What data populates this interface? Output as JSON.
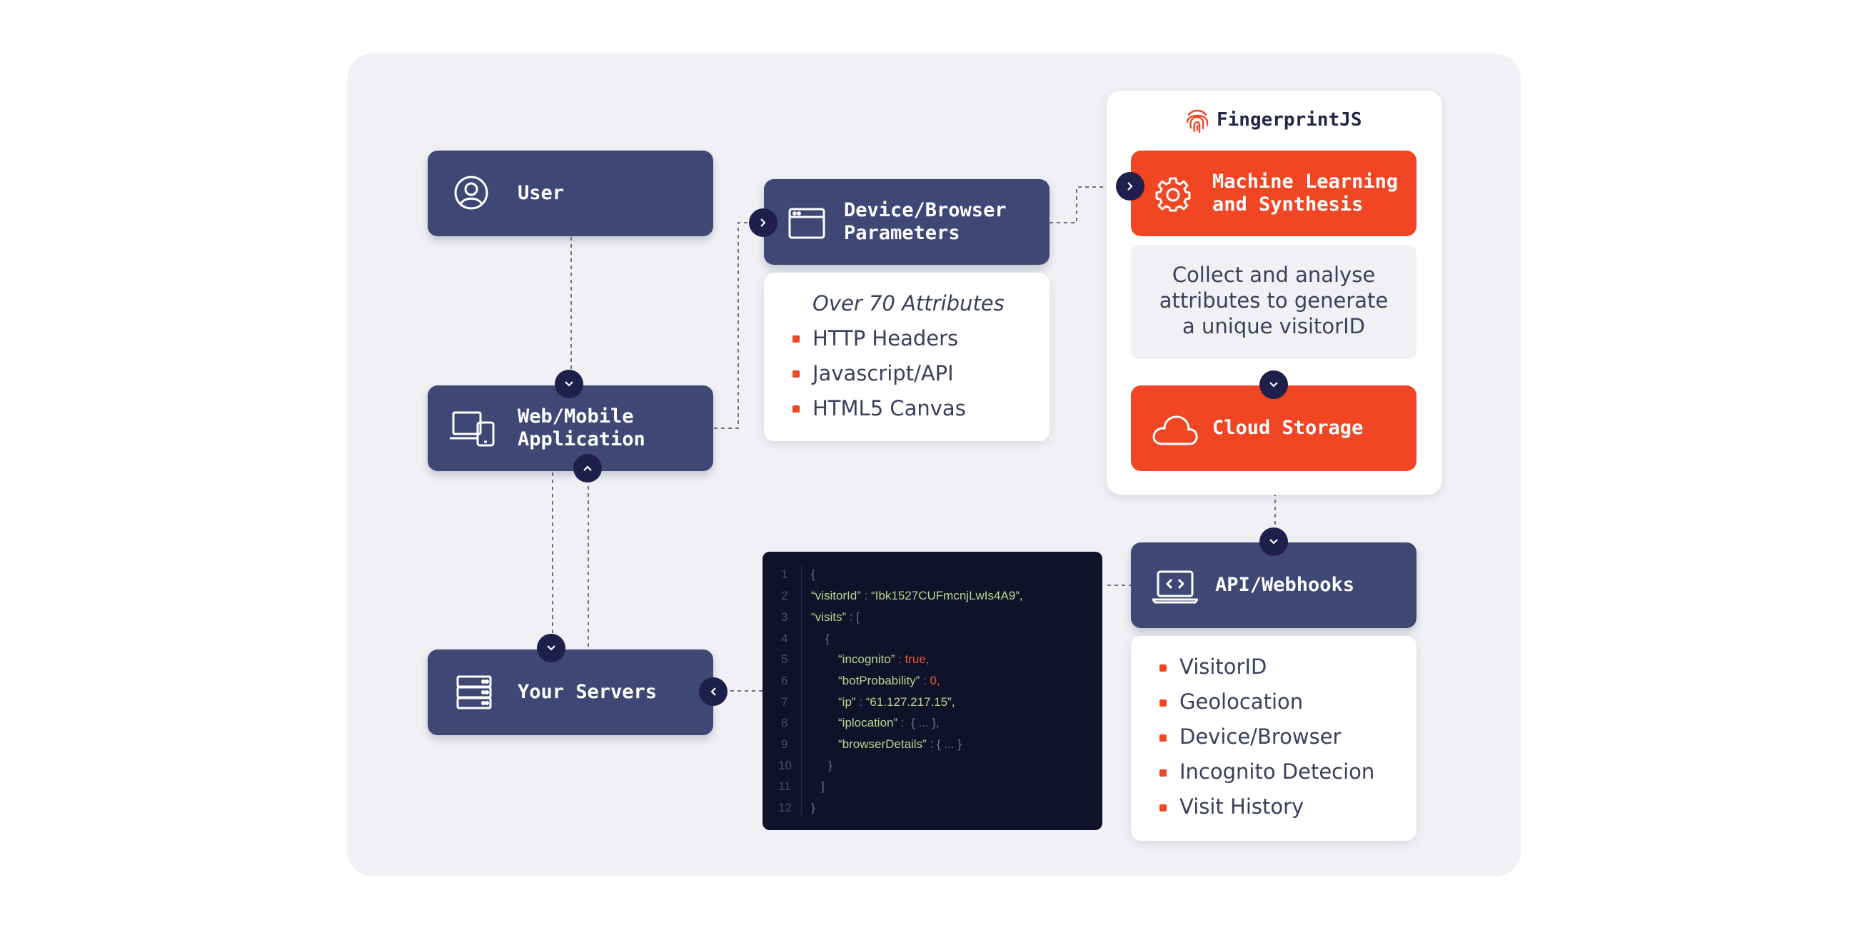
{
  "nodes": {
    "user": "User",
    "web_app": "Web/Mobile\nApplication",
    "servers": "Your Servers",
    "device_params": "Device/Browser\nParameters",
    "ml": "Machine Learning\nand Synthesis",
    "cloud": "Cloud Storage",
    "api": "API/Webhooks"
  },
  "brand": "FingerprintJS",
  "attributes": {
    "title": "Over 70 Attributes",
    "items": [
      "HTTP Headers",
      "Javascript/API",
      "HTML5 Canvas"
    ]
  },
  "ml_description": "Collect and analyse attributes to generate a unique visitorID",
  "api_outputs": [
    "VisitorID",
    "Geolocation",
    "Device/Browser",
    "Incognito Detecion",
    "Visit History"
  ],
  "code": {
    "line_numbers": [
      "1",
      "2",
      "3",
      "4",
      "5",
      "6",
      "7",
      "8",
      "9",
      "10",
      "11",
      "12"
    ],
    "l1": "{",
    "visitor_key": "“visitorId”",
    "visitor_val": "“Ibk1527CUFmcnjLwIs4A9”,",
    "visits_key": "“visits”",
    "visits_open": " : [",
    "l4": "{",
    "incognito_key": "“incognito”",
    "incognito_val": "true,",
    "bot_key": "“botProbability”",
    "bot_val": "0,",
    "ip_key": "“ip”",
    "ip_val": "“61.127.217.15”,",
    "iplocation_key": "“iplocation”",
    "iplocation_val": " :  { ... },",
    "browser_key": "“browserDetails”",
    "browser_val": " : { ... }",
    "l10": "}",
    "l11": "]",
    "l12": "}"
  },
  "colors": {
    "node": "#3f4775",
    "accent": "#f04624",
    "dark": "#1e1f4b",
    "code_bg": "#12112a"
  },
  "icons": [
    "user-icon",
    "devices-icon",
    "server-icon",
    "browser-window-icon",
    "gear-icon",
    "cloud-icon",
    "laptop-code-icon",
    "fingerprint-icon",
    "chevron-icon"
  ]
}
